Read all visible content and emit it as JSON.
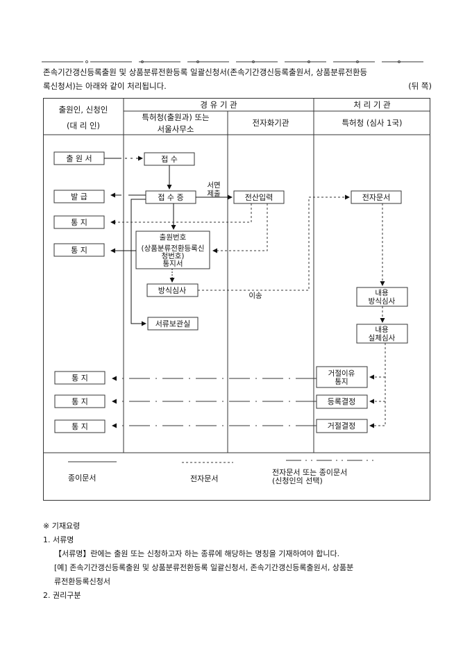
{
  "intro": {
    "line1": "존속기간갱신등록출원 및 상품분류전환등록 일괄신청서(존속기간갱신등록출원서, 상품분류전환등",
    "line2": "록신청서)는 아래와 같이 처리됩니다.",
    "back_label": "(뒤 쪽)"
  },
  "table": {
    "col1_header_1": "출원인, 신청인",
    "col1_header_2": "(대 리 인)",
    "group_via": "경   유   기   관",
    "group_proc": "처   리   기   관",
    "col2_header_1": "특허청(출원과) 또는",
    "col2_header_2": "서울사무소",
    "col3_header": "전자화기관",
    "col4_header": "특허청 (심사 1국)"
  },
  "flow": {
    "applicant": {
      "application": "출 원 서",
      "issue": "발     급",
      "notice1": "통     지",
      "notice2": "통     지",
      "notice3": "통     지",
      "notice4": "통     지",
      "notice5": "통     지"
    },
    "office": {
      "receipt": "접      수",
      "receipt_cert": "접 수 증",
      "number_notice_1": "출원번호",
      "number_notice_2": "(상품분류전환등록신",
      "number_notice_3": "청번호)",
      "number_notice_4": "통지서",
      "formal_exam": "방식심사",
      "archive": "서류보관실",
      "paper_submit_1": "서면",
      "paper_submit_2": "제출",
      "transfer": "이송"
    },
    "digitizer": {
      "data_entry": "전산입력"
    },
    "examiner": {
      "e_document": "전자문서",
      "content_formal_1": "내용",
      "content_formal_2": "방식심사",
      "content_substantive_1": "내용",
      "content_substantive_2": "실체심사",
      "refusal_reason_1": "거절이유",
      "refusal_reason_2": "통지",
      "registration_decision": "등록결정",
      "refusal_decision": "거절결정"
    }
  },
  "legend": {
    "paper": "종이문서",
    "electronic": "전자문서",
    "either_1": "전자문서 또는 종이문서",
    "either_2": "(신청인의 선택)"
  },
  "notes": {
    "title": "※ 기재요령",
    "item1_title": "1. 서류명",
    "item1_body": "【서류명】란에는 출원 또는 신청하고자 하는 종류에 해당하는 명칭을 기재하여야 합니다.",
    "item1_example_1": "[예] 존속기간갱신등록출원 및 상품분류전환등록 일괄신청서, 존속기간갱신등록출원서, 상품분",
    "item1_example_2": "류전환등록신청서",
    "item2_title": "2. 권리구분"
  }
}
